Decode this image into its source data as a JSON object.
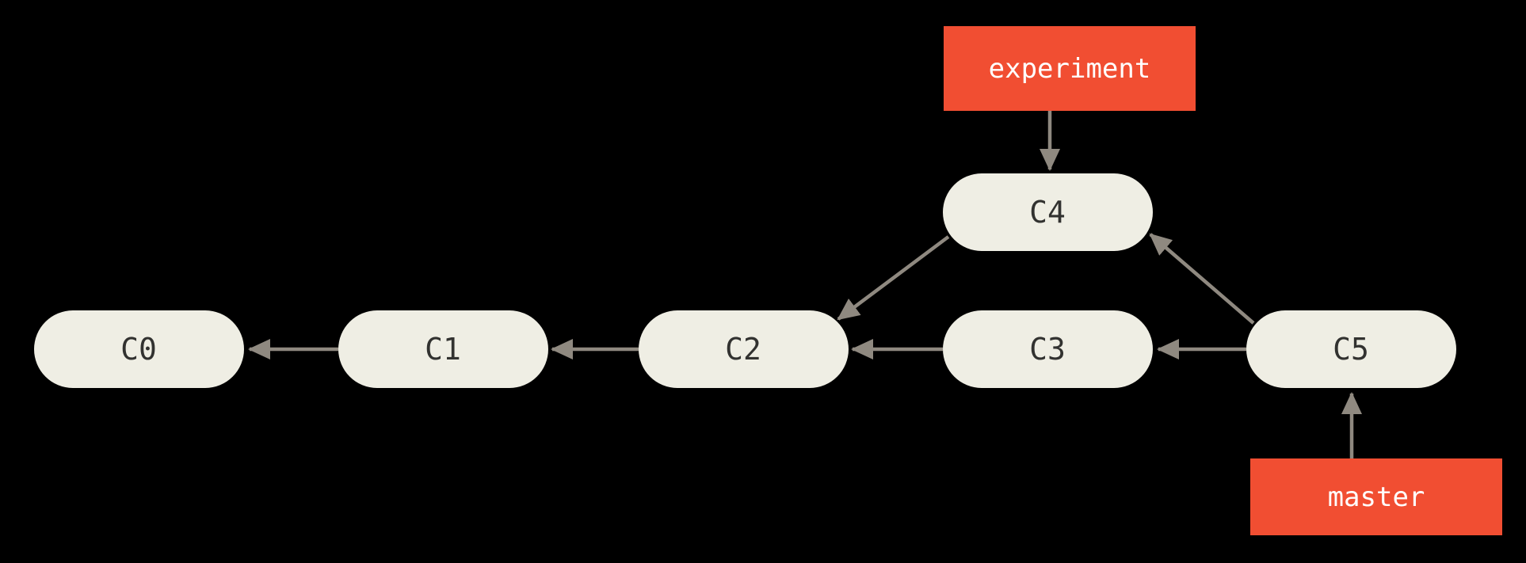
{
  "diagram": {
    "title": "git commit history graph",
    "background": "#000000",
    "node_fill": "#EFEEE4",
    "node_text_color": "#323230",
    "branch_fill": "#F14E32",
    "branch_text_color": "#FFFFFF",
    "arrow_color": "#8F8980",
    "nodes": {
      "c0": {
        "label": "C0"
      },
      "c1": {
        "label": "C1"
      },
      "c2": {
        "label": "C2"
      },
      "c3": {
        "label": "C3"
      },
      "c4": {
        "label": "C4"
      },
      "c5": {
        "label": "C5"
      }
    },
    "branches": {
      "experiment": {
        "label": "experiment",
        "points_to": "C4"
      },
      "master": {
        "label": "master",
        "points_to": "C5"
      }
    },
    "edges": [
      {
        "from": "C1",
        "to": "C0",
        "type": "parent"
      },
      {
        "from": "C2",
        "to": "C1",
        "type": "parent"
      },
      {
        "from": "C3",
        "to": "C2",
        "type": "parent"
      },
      {
        "from": "C4",
        "to": "C2",
        "type": "parent"
      },
      {
        "from": "C5",
        "to": "C3",
        "type": "parent"
      },
      {
        "from": "C5",
        "to": "C4",
        "type": "parent"
      },
      {
        "from": "experiment",
        "to": "C4",
        "type": "branch-pointer"
      },
      {
        "from": "master",
        "to": "C5",
        "type": "branch-pointer"
      }
    ]
  }
}
